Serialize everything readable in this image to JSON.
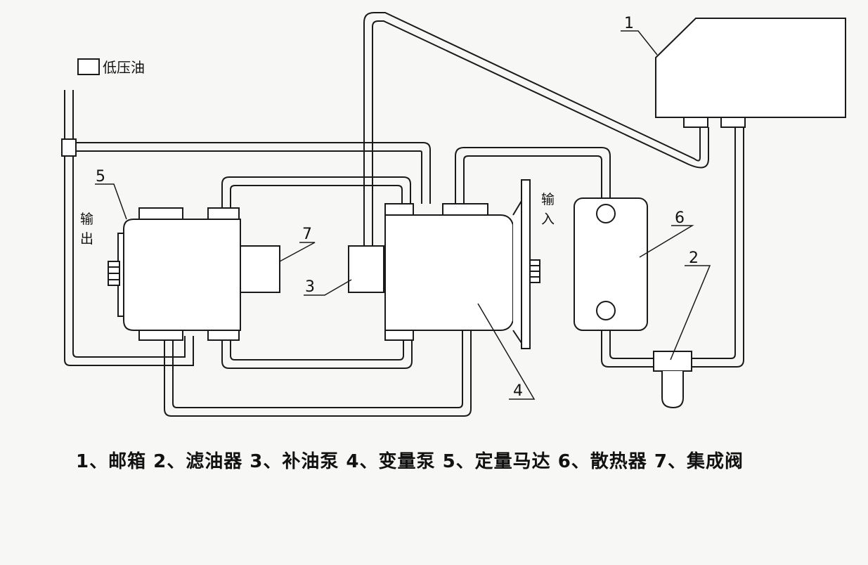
{
  "legend": {
    "low_pressure_oil": "低压油"
  },
  "labels": {
    "n1": "1",
    "n2": "2",
    "n3": "3",
    "n4": "4",
    "n5": "5",
    "n6": "6",
    "n7": "7",
    "output": [
      "输",
      "出"
    ],
    "input": [
      "输",
      "入"
    ]
  },
  "caption": "1、邮箱 2、滤油器 3、补油泵 4、变量泵 5、定量马达 6、散热器 7、集成阀"
}
